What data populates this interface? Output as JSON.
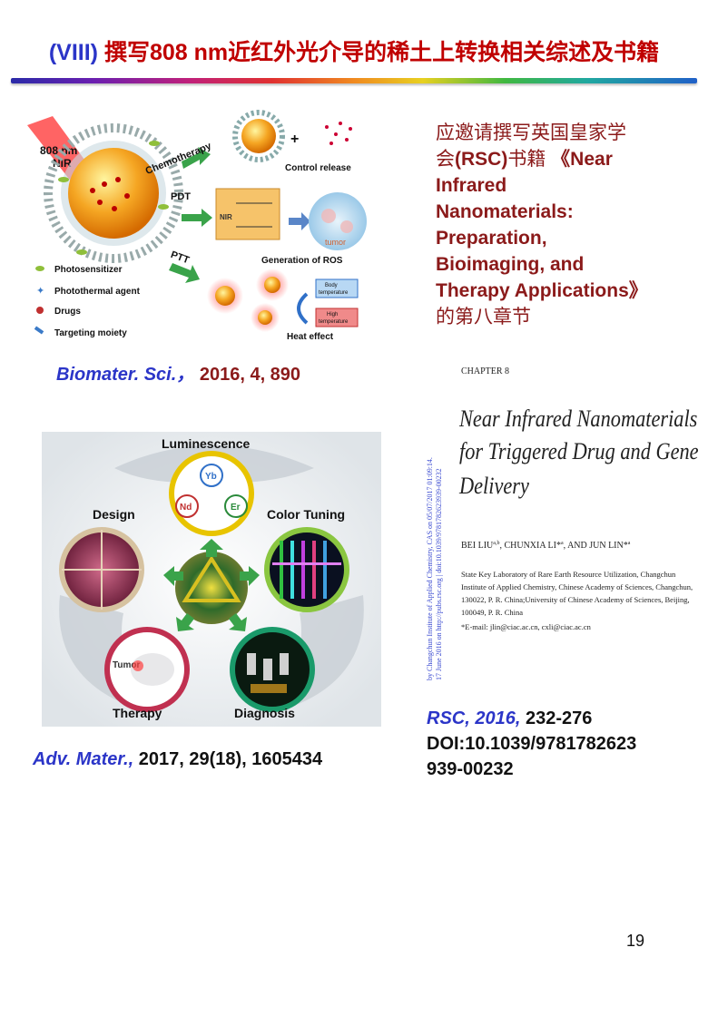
{
  "header": {
    "prefix": "(VIII)",
    "title": "撰写808 nm近红外光介导的稀土上转换相关综述及书籍"
  },
  "figure1": {
    "laser_label_1": "808 nm",
    "laser_label_2": "NIR",
    "chemo": "Chemotherapy",
    "plus": "+",
    "control_release": "Control release",
    "pdt": "PDT",
    "ptt": "PTT",
    "nir": "NIR",
    "tumor": "tumor",
    "generation_ros": "Generation of ROS",
    "body_temp_1": "Body",
    "body_temp_2": "temperature",
    "high_temp_1": "High",
    "high_temp_2": "temperature",
    "heat_effect": "Heat effect",
    "legend": [
      "Photosensitizer",
      "Photothermal agent",
      "Drugs",
      "Targeting moiety"
    ]
  },
  "citation1": {
    "journal": "Biomater. Sci.，",
    "details": "2016, 4, 890"
  },
  "figure2": {
    "luminescence": "Luminescence",
    "design": "Design",
    "color_tuning": "Color Tuning",
    "therapy": "Therapy",
    "diagnosis": "Diagnosis",
    "tumor": "Tumor",
    "yb": "Yb",
    "nd": "Nd",
    "er": "Er"
  },
  "citation2": {
    "journal": "Adv. Mater.,",
    "details": "2017, 29(18), 1605434"
  },
  "invite": {
    "line1": "应邀请撰写英国皇家学",
    "line2a": "会",
    "line2b": "(RSC)",
    "line2c": "书籍",
    "line2d": "《Near",
    "line3": "Infrared",
    "line4": "Nanomaterials:",
    "line5": "Preparation,",
    "line6": "Bioimaging, and",
    "line7": "Therapy Applications》",
    "line8": "的第八章节"
  },
  "chapter": {
    "label": "CHAPTER 8",
    "title_1": "Near Infrared Nanomaterials",
    "title_2": "for Triggered Drug and Gene",
    "title_3": "Delivery",
    "authors": "BEI LIU",
    "authors_sup1": "a,b",
    "authors_2": ", CHUNXIA LI*",
    "authors_sup2": "a",
    "authors_3": ", AND JUN LIN*",
    "authors_sup3": "a",
    "aff_1": "State Key Laboratory of Rare Earth Resource Utilization, Changchun",
    "aff_2": "Institute of Applied Chemistry, Chinese Academy of Sciences, Changchun,",
    "aff_3": "130022, P. R. China;",
    "aff_3b": "University of Chinese Academy of Sciences, Beijing,",
    "aff_4": "100049, P. R. China",
    "email": "*E-mail: jlin@ciac.ac.cn, cxli@ciac.ac.cn",
    "side_1": "by Changchun Institute of Applied Chemistry, CAS on 05/07/2017 01:09:14.",
    "side_2": "17 June 2016 on http://pubs.rsc.org | doi:10.1039/9781782623939-00232"
  },
  "citation3": {
    "journal": "RSC, 2016,",
    "pages": "232-276",
    "doi_1": "DOI:10.1039/9781782623",
    "doi_2": "939-00232"
  },
  "page_number": "19"
}
